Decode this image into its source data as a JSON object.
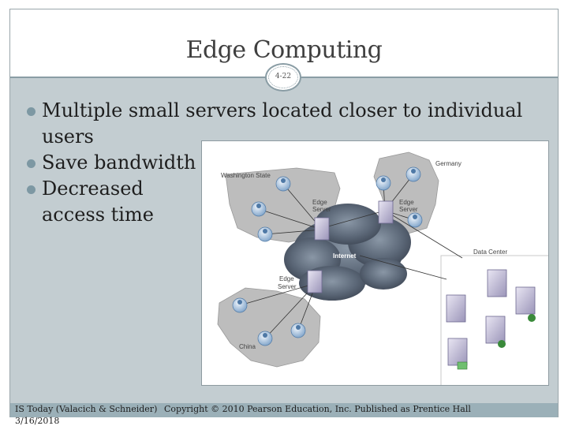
{
  "slide": {
    "title": "Edge Computing",
    "slide_number": "4-22"
  },
  "bullets": [
    {
      "text": "Multiple small servers located closer to individual users"
    },
    {
      "text": "Save bandwidth"
    },
    {
      "text": "Decreased access time"
    }
  ],
  "figure": {
    "labels": {
      "washington": "Washington State",
      "germany": "Germany",
      "china": "China",
      "internet": "Internet",
      "data_center": "Data Center",
      "edge_server_1_line1": "Edge",
      "edge_server_1_line2": "Server",
      "edge_server_2_line1": "Edge",
      "edge_server_2_line2": "Server",
      "edge_server_3_line1": "Edge",
      "edge_server_3_line2": "Server"
    }
  },
  "footer": {
    "source": "IS Today (Valacich & Schneider)",
    "date": "3/16/2018",
    "copyright": "Copyright © 2010 Pearson Education, Inc. Published as Prentice Hall"
  },
  "colors": {
    "content_background": "#c3cdd1",
    "footer_bar": "#9bb0b8",
    "bullet_marker": "#7d98a3"
  }
}
